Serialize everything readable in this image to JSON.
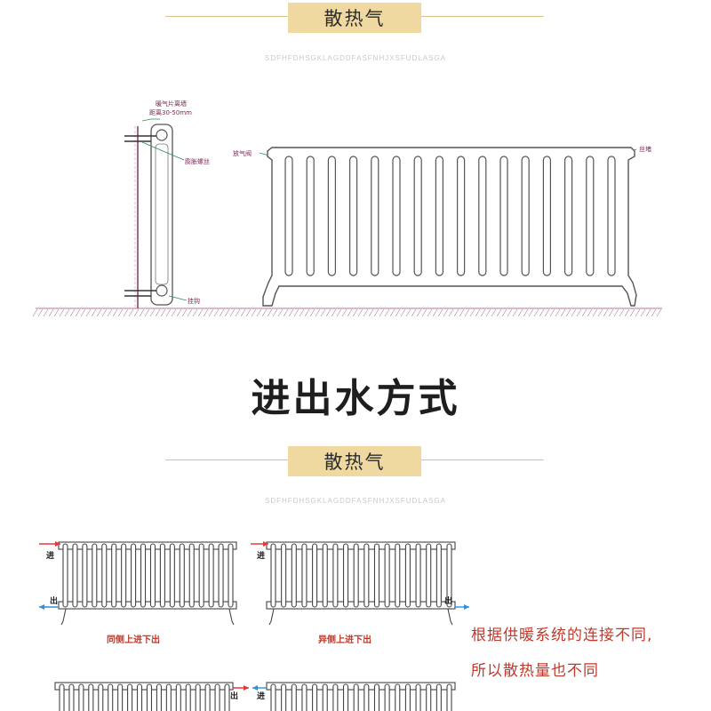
{
  "section_top": {
    "title": "散热气",
    "subtitle": "SDFHFDHSGKLAGDDFASFNHJXSFUDLASGA"
  },
  "install_diagram": {
    "wall_gap_label_line1": "暖气片离墙",
    "wall_gap_label_line2": "距离30-50mm",
    "expansion_bolt_label": "膨胀螺丝",
    "hook_label": "挂钩",
    "vent_valve_label": "放气阀",
    "plug_label": "丝堵"
  },
  "main_heading": "进出水方式",
  "section_bottom": {
    "title": "散热气",
    "subtitle": "SDFHFDHSGKLAGDDFASFNHJXSFUDLASGA"
  },
  "flow_diagrams": [
    {
      "caption": "同侧上进下出",
      "in_label": "进",
      "out_label": "出"
    },
    {
      "caption": "异侧上进下出",
      "in_label": "进",
      "out_label": "出"
    },
    {
      "in_label": "",
      "out_label": "出"
    },
    {
      "in_label": "进",
      "out_label": ""
    }
  ],
  "note": {
    "line1": "根据供暖系统的连接不同,",
    "line2": "所以散热量也不同"
  },
  "colors": {
    "accent_gold": "#f0d9a0",
    "arrow_red": "#e53935",
    "arrow_blue": "#2f8fd8",
    "note_red": "#c0392b",
    "ground": "#b07a9a"
  }
}
